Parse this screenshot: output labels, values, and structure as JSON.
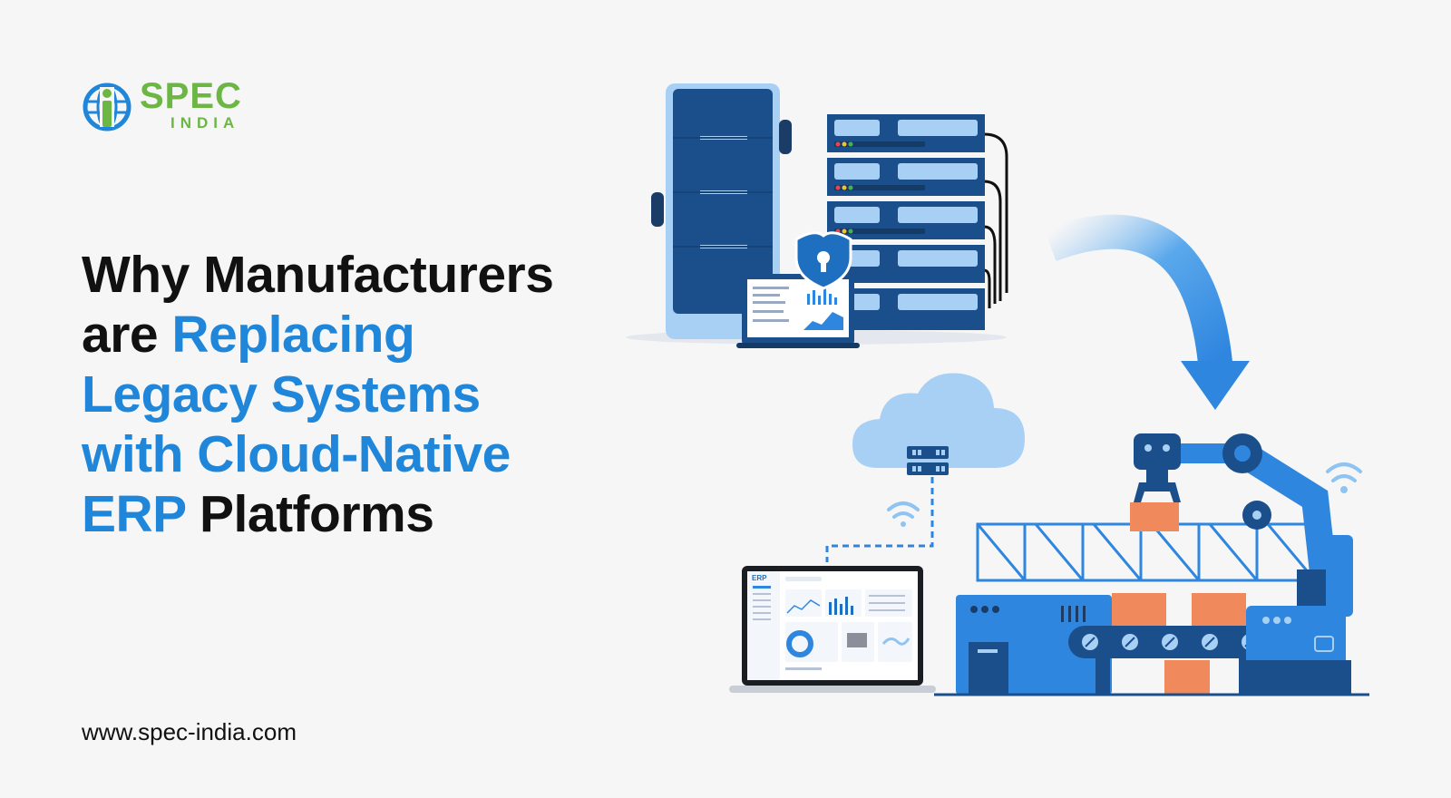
{
  "logo": {
    "name": "SPEC",
    "sub": "INDIA",
    "icon": "globe-i-icon",
    "color": "#6cb643",
    "accent": "#1f86d9"
  },
  "headline": {
    "line1": "Why Manufacturers",
    "line2_a": "are ",
    "line2_b": "Replacing",
    "line3": "Legacy Systems",
    "line4": "with Cloud-Native",
    "line5_a": "ERP",
    "line5_b": " Platforms"
  },
  "colors": {
    "highlight": "#1f86d9",
    "text": "#111111",
    "background": "#f6f6f7"
  },
  "illustration": {
    "legacy_icon": "server-rack-icon",
    "security_icon": "shield-lock-icon",
    "flow_icon": "curved-arrow-down-icon",
    "cloud_icon": "cloud-server-icon",
    "robot_icon": "robotic-arm-icon",
    "laptop_label": "ERP"
  },
  "footer": {
    "url": "www.spec-india.com"
  }
}
